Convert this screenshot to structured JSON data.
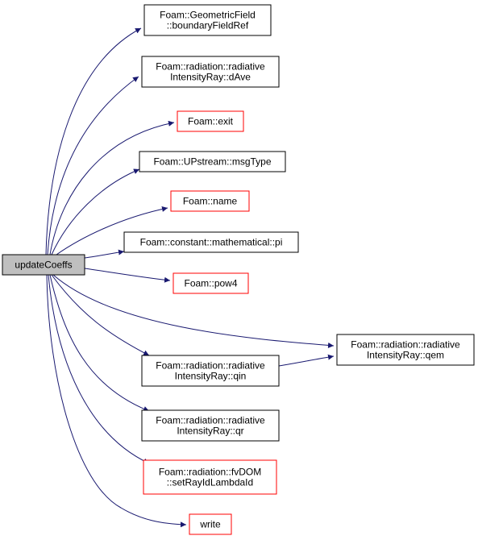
{
  "graph": {
    "root": {
      "id": "root",
      "label": [
        "updateCoeffs"
      ],
      "highlighted": true
    },
    "nodes": [
      {
        "id": "n1",
        "label": [
          "Foam::GeometricField",
          "::boundaryFieldRef"
        ],
        "kind": "normal"
      },
      {
        "id": "n2",
        "label": [
          "Foam::radiation::radiative",
          "IntensityRay::dAve"
        ],
        "kind": "normal"
      },
      {
        "id": "n3",
        "label": [
          "Foam::exit"
        ],
        "kind": "truncated"
      },
      {
        "id": "n4",
        "label": [
          "Foam::UPstream::msgType"
        ],
        "kind": "normal"
      },
      {
        "id": "n5",
        "label": [
          "Foam::name"
        ],
        "kind": "truncated"
      },
      {
        "id": "n6",
        "label": [
          "Foam::constant::mathematical::pi"
        ],
        "kind": "normal"
      },
      {
        "id": "n7",
        "label": [
          "Foam::pow4"
        ],
        "kind": "truncated"
      },
      {
        "id": "n8",
        "label": [
          "Foam::radiation::radiative",
          "IntensityRay::qem"
        ],
        "kind": "normal"
      },
      {
        "id": "n9",
        "label": [
          "Foam::radiation::radiative",
          "IntensityRay::qin"
        ],
        "kind": "normal"
      },
      {
        "id": "n10",
        "label": [
          "Foam::radiation::radiative",
          "IntensityRay::qr"
        ],
        "kind": "normal"
      },
      {
        "id": "n11",
        "label": [
          "Foam::radiation::fvDOM",
          "::setRayIdLambdaId"
        ],
        "kind": "truncated"
      },
      {
        "id": "n12",
        "label": [
          "write"
        ],
        "kind": "truncated"
      }
    ],
    "edges": [
      [
        "root",
        "n1"
      ],
      [
        "root",
        "n2"
      ],
      [
        "root",
        "n3"
      ],
      [
        "root",
        "n4"
      ],
      [
        "root",
        "n5"
      ],
      [
        "root",
        "n6"
      ],
      [
        "root",
        "n7"
      ],
      [
        "root",
        "n8"
      ],
      [
        "root",
        "n9"
      ],
      [
        "root",
        "n10"
      ],
      [
        "root",
        "n11"
      ],
      [
        "root",
        "n12"
      ],
      [
        "n9",
        "n8"
      ]
    ]
  },
  "colors": {
    "edge": "#191970",
    "normal_border": "#000000",
    "truncated_border": "#ff0000",
    "root_fill": "#bfbfbf",
    "node_fill": "#ffffff"
  }
}
